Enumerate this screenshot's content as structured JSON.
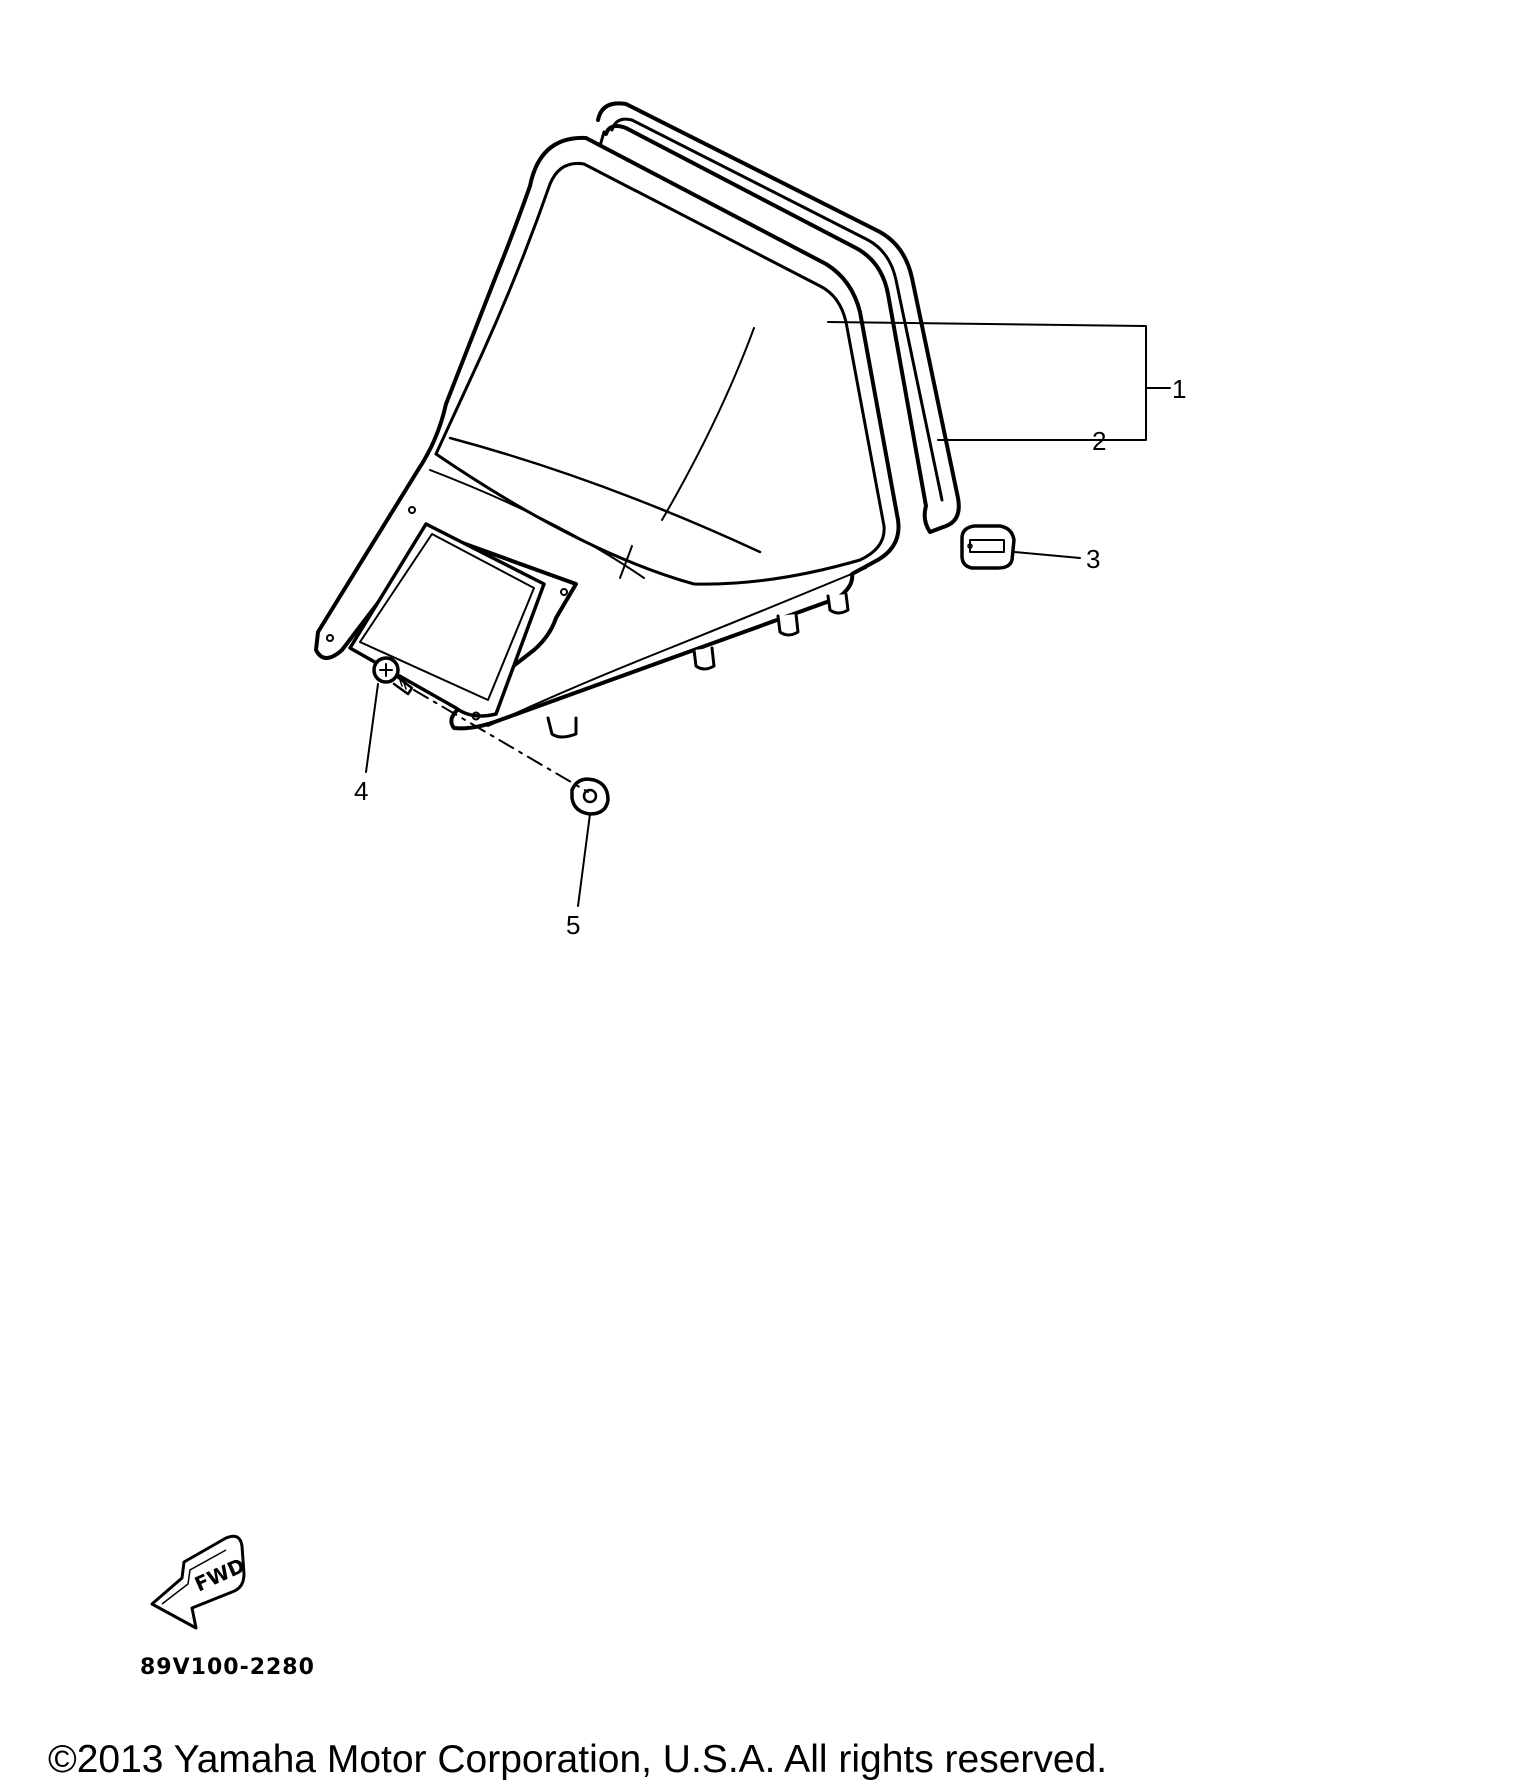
{
  "callouts": [
    {
      "id": "1",
      "label": "1"
    },
    {
      "id": "2",
      "label": "2"
    },
    {
      "id": "3",
      "label": "3"
    },
    {
      "id": "4",
      "label": "4"
    },
    {
      "id": "5",
      "label": "5"
    }
  ],
  "fwd_label": "FWD",
  "diagram_code": "89V100-2280",
  "copyright": "©2013 Yamaha Motor Corporation, U.S.A. All rights reserved."
}
